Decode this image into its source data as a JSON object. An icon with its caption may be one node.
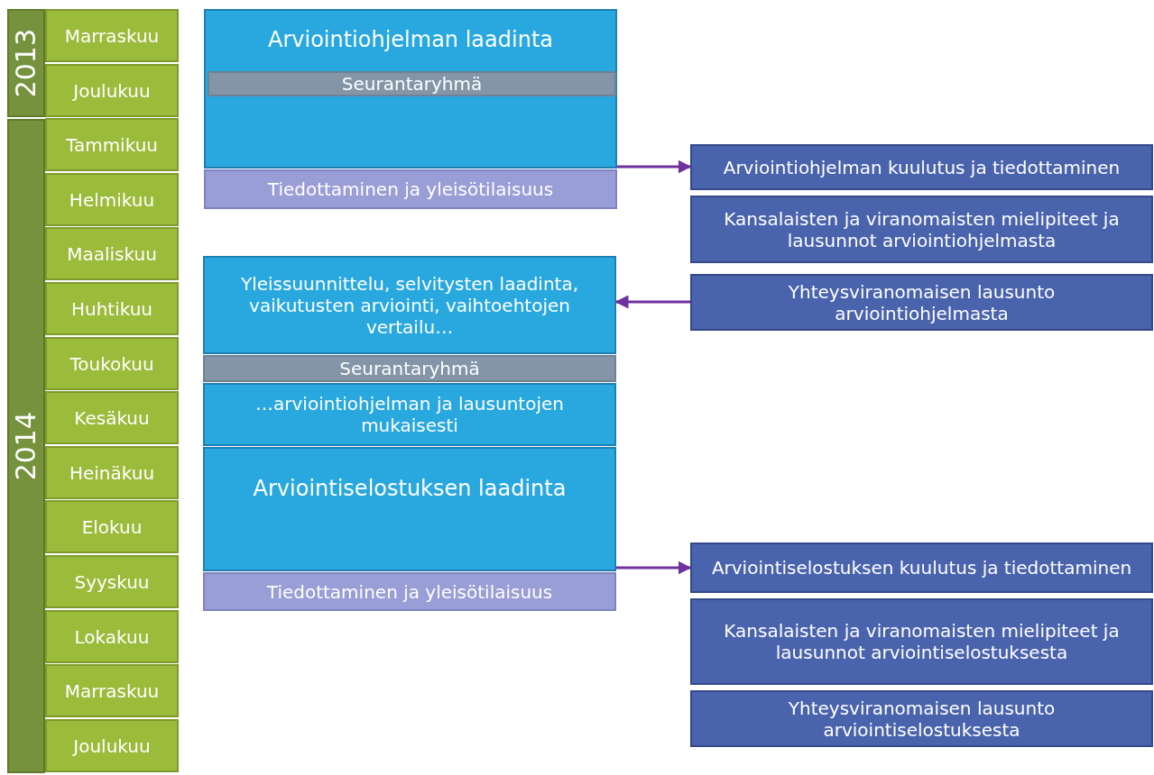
{
  "diagram": {
    "nodes": [
      {
        "text": [
          "2013"
        ]
      },
      {
        "text": [
          "Marraskuu"
        ]
      },
      {
        "text": [
          "Joulukuu"
        ]
      },
      {
        "text": [
          "2014"
        ]
      },
      {
        "text": [
          "Tammikuu"
        ]
      },
      {
        "text": [
          "Helmikuu"
        ]
      },
      {
        "text": [
          "Maaliskuu"
        ]
      },
      {
        "text": [
          "Huhtikuu"
        ]
      },
      {
        "text": [
          "Toukokuu"
        ]
      },
      {
        "text": [
          "Kesäkuu"
        ]
      },
      {
        "text": [
          "Heinäkuu"
        ]
      },
      {
        "text": [
          "Elokuu"
        ]
      },
      {
        "text": [
          "Syyskuu"
        ]
      },
      {
        "text": [
          "Lokakuu"
        ]
      },
      {
        "text": [
          "Marraskuu"
        ]
      },
      {
        "text": [
          "Joulukuu"
        ]
      },
      {
        "text": [
          "Arviointiohjelman laadinta"
        ]
      },
      {
        "text": [
          "Seurantaryhmä"
        ],
        "in": 16
      },
      {
        "text": [
          "Tiedottaminen ja yleisötilaisuus"
        ]
      },
      {
        "text": [
          "Arviointiohjelman kuulutus ja tiedottaminen"
        ]
      },
      {
        "text": [
          "Kansalaisten ja viranomaisten mielipiteet ja lausunnot arviointiohjelmasta"
        ]
      },
      {
        "text": [
          "Yhteysviranomaisen lausunto arviointiohjelmasta"
        ]
      },
      {
        "text": [
          "Yleissuunnittelu, selvitysten laadinta, vaikutusten arviointi, vaihtoehtojen vertailu…"
        ]
      },
      {
        "text": [
          "Seurantaryhmä"
        ]
      },
      {
        "text": [
          "…arviointiohjelman ja lausuntojen mukaisesti"
        ]
      },
      {
        "text": [
          "Arviointiselostuksen laadinta"
        ]
      },
      {
        "text": [
          "Tiedottaminen ja yleisötilaisuus"
        ]
      },
      {
        "text": [
          "Arviointiselostuksen kuulutus ja tiedottaminen"
        ]
      },
      {
        "text": [
          "Kansalaisten ja viranomaisten mielipiteet ja lausunnot arviointiselostuksesta"
        ]
      },
      {
        "text": [
          "Yhteysviranomaisen lausunto arviointiselostuksesta"
        ]
      }
    ],
    "edges": [
      {
        "from": 16,
        "to": 19,
        "arrow": "to"
      },
      {
        "from": 21,
        "to": 22,
        "arrow": "to"
      },
      {
        "from": 25,
        "to": 27,
        "arrow": "to"
      }
    ]
  }
}
